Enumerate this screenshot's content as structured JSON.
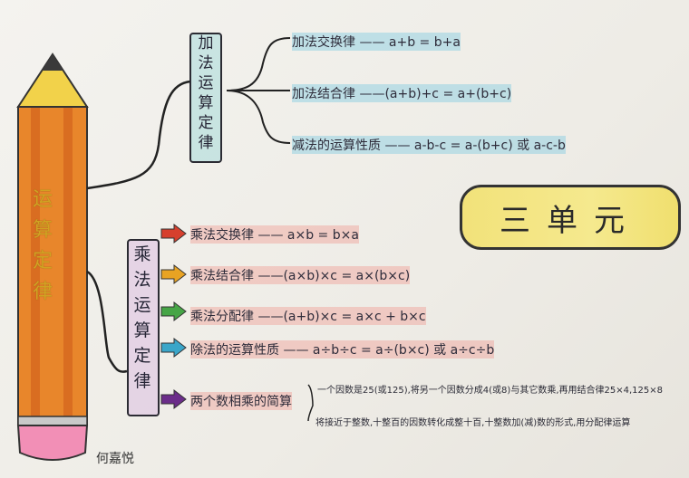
{
  "pencil": {
    "label_chars": [
      "运",
      "算",
      "定",
      "律"
    ],
    "colors": {
      "body": "#e8862b",
      "stripe": "#cf5a1e",
      "tip": "#f2d24a",
      "lead": "#333333",
      "eraser": "#f28fb6"
    }
  },
  "title": "三单元",
  "author": "何嘉悦",
  "addition": {
    "heading_chars": [
      "加",
      "法",
      "运",
      "算",
      "定",
      "律"
    ],
    "items": [
      {
        "text": "加法交换律 —— a+b = b+a"
      },
      {
        "text": "加法结合律 ——(a+b)+c = a+(b+c)"
      },
      {
        "text": "减法的运算性质 —— a-b-c = a-(b+c) 或 a-c-b"
      }
    ]
  },
  "multiplication": {
    "heading_chars": [
      "乘",
      "法",
      "运",
      "算",
      "定",
      "律"
    ],
    "items": [
      {
        "text": "乘法交换律 —— a×b = b×a",
        "arrow_color": "#d6402e"
      },
      {
        "text": "乘法结合律 ——(a×b)×c = a×(b×c)",
        "arrow_color": "#e8a323"
      },
      {
        "text": "乘法分配律 ——(a+b)×c = a×c + b×c",
        "arrow_color": "#46a546"
      },
      {
        "text": "除法的运算性质 —— a÷b÷c = a÷(b×c) 或 a÷c÷b",
        "arrow_color": "#3aa6c9"
      },
      {
        "text": "两个数相乘的简算",
        "arrow_color": "#6b2d8a"
      }
    ],
    "notes": [
      "一个因数是25(或125),将另一个因数分成4(或8)与其它数乘,再用结合律25×4,125×8",
      "将接近于整数,十整百的因数转化成整十百,十整数加(减)数的形式,用分配律运算"
    ]
  }
}
